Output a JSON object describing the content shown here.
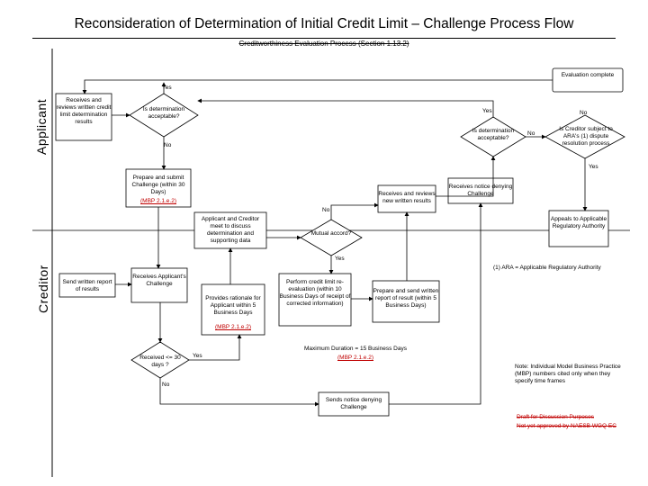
{
  "title": "Reconsideration of Determination of Initial Credit Limit – Challenge Process Flow",
  "subtitle": "Creditworthiness Evaluation Process (Section 1.13.2)",
  "lanes": {
    "top": "Applicant",
    "bottom": "Creditor"
  },
  "nodes": {
    "eval_complete": "Evaluation complete",
    "receive_results": "Receives and reviews written credit limit determination results",
    "accept_q1": "Is determination acceptable?",
    "accept_q2": "Is determination acceptable?",
    "subject_ara": "Is Creditor subject to ARA's (1) dispute resolution process",
    "prepare_challenge": "Prepare and submit Challenge (within 30 Days)",
    "prepare_ref": "(MBP 2.1.e.2)",
    "receive_results2": "Receives and reviews new written results",
    "receive_notice_denying": "Receives notice denying Challenge",
    "meet_discuss": "Applicant and Creditor meet to discuss determination and supporting data",
    "mutual_q": "Mutual accord?",
    "appeals_ara": "Appeals to Applicable Regulatory Authority",
    "send_report": "Send written report of results",
    "receive_challenge": "Receives Applicant's Challenge",
    "provides_rationale": "Provides rationale for Applicant within 5 Business Days",
    "provides_ref": "(MBP 2.1.e.2)",
    "perform_eval": "Perform credit limit re-evaluation (within 10 Business Days of receipt of corrected information)",
    "prepare_send": "Prepare and send written report of result (within 5 Business Days)",
    "received_q": "Received <= 30 days ?",
    "sends_notice": "Sends notice denying Challenge"
  },
  "edge_labels": {
    "yes": "Yes",
    "no": "No"
  },
  "notes": {
    "footnote": "(1) ARA = Applicable Regulatory Authority",
    "max_duration": "Maximum Duration = 15 Business Days",
    "max_ref": "(MBP 2.1.e.2)",
    "note_text": "Note: Individual Model Business Practice (MBP) numbers cited only when they specify time frames",
    "struck_text": "Draft for Discussion Purposes",
    "struck_text2": "Not yet approved by NAESB WGQ EC"
  }
}
